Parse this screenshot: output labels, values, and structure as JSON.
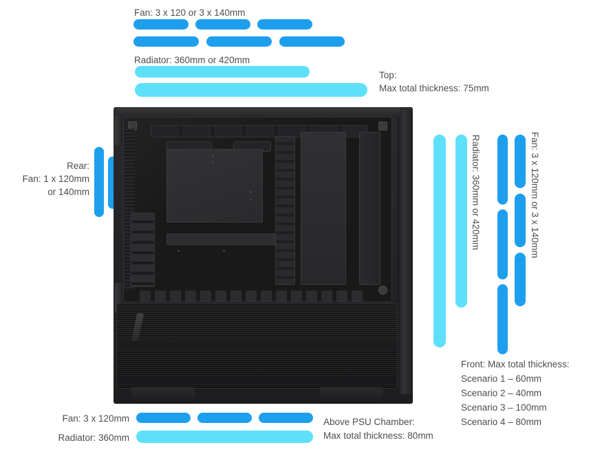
{
  "diagram": {
    "title": "PC case cooling compatibility diagram",
    "colors": {
      "fan_bar": "#1E9FEE",
      "radiator_bar": "#5FE0FA",
      "text": "#4d4d4d",
      "background": "#ffffff"
    }
  },
  "top": {
    "fan_label": "Fan: 3 x 120 or 3 x 140mm",
    "radiator_label": "Radiator: 360mm or 420mm",
    "note_line1": "Top:",
    "note_line2": "Max total thickness: 75mm",
    "fan_row_120": [
      {
        "size": "120mm"
      },
      {
        "size": "120mm"
      },
      {
        "size": "120mm"
      }
    ],
    "fan_row_140": [
      {
        "size": "140mm"
      },
      {
        "size": "140mm"
      },
      {
        "size": "140mm"
      }
    ],
    "radiators": [
      {
        "size": "360mm"
      },
      {
        "size": "420mm"
      }
    ]
  },
  "rear": {
    "line1": "Rear:",
    "line2": "Fan: 1 x 120mm",
    "line3": "or 140mm",
    "fans": [
      {
        "size": "140mm"
      },
      {
        "size": "120mm"
      }
    ]
  },
  "front": {
    "radiator_label": "Radiator: 360mm or 420mm",
    "fan_label": "Fan: 3 x 120mm or 3 x 140mm",
    "note_line1": "Front: Max total thickness:",
    "scenarios": [
      "Scenario 1 – 60mm",
      "Scenario 2 – 40mm",
      "Scenario 3 – 100mm",
      "Scenario 4 – 80mm"
    ],
    "radiators": [
      {
        "size": "420mm"
      },
      {
        "size": "360mm"
      }
    ],
    "fan_col_120": [
      {
        "size": "120mm"
      },
      {
        "size": "120mm"
      },
      {
        "size": "120mm"
      }
    ],
    "fan_col_140": [
      {
        "size": "140mm"
      },
      {
        "size": "140mm"
      },
      {
        "size": "140mm"
      }
    ]
  },
  "bottom": {
    "fan_label": "Fan: 3 x 120mm",
    "radiator_label": "Radiator: 360mm",
    "note_line1": "Above PSU Chamber:",
    "note_line2": "Max total thickness: 80mm",
    "fans": [
      {
        "size": "120mm"
      },
      {
        "size": "120mm"
      },
      {
        "size": "120mm"
      }
    ],
    "radiators": [
      {
        "size": "360mm"
      }
    ]
  }
}
